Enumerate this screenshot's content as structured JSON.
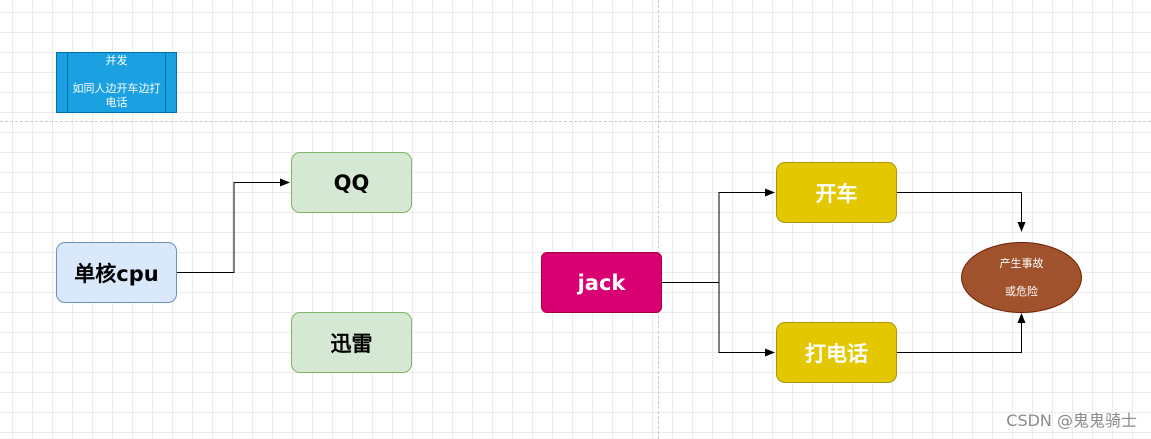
{
  "note": {
    "title": "并发",
    "text": "如同人边开车边打电话"
  },
  "left_diagram": {
    "source": "单核cpu",
    "target_a": "QQ",
    "target_b": "迅雷"
  },
  "right_diagram": {
    "source": "jack",
    "task_a": "开车",
    "task_b": "打电话",
    "result_line1": "产生事故",
    "result_line2": "或危险"
  },
  "watermark": "CSDN @鬼鬼骑士"
}
